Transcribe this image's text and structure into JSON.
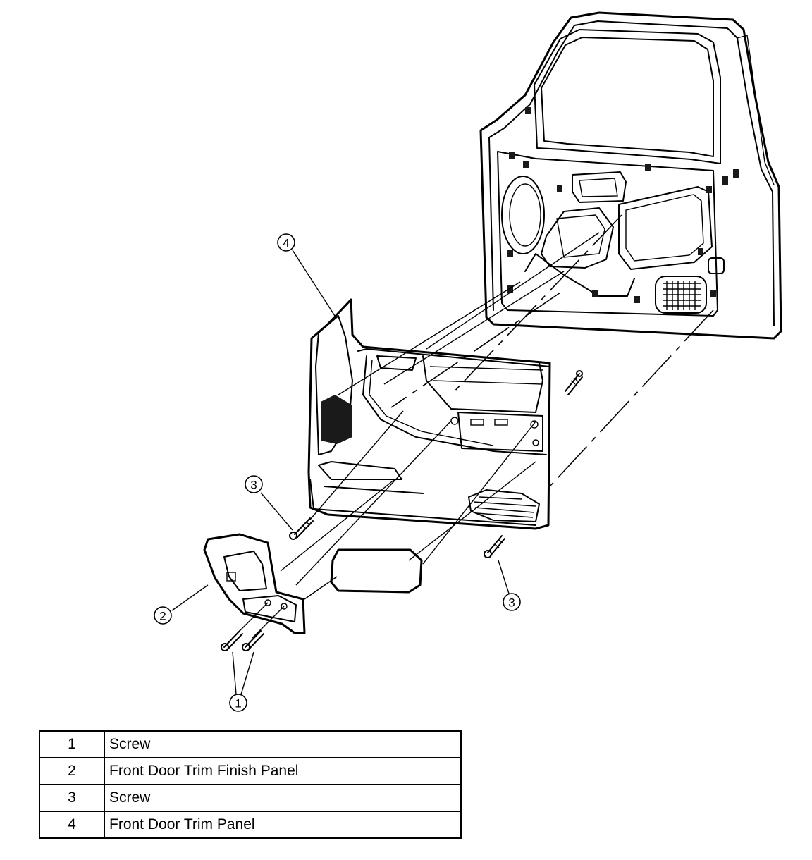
{
  "diagram": {
    "callouts": [
      {
        "id": "c4",
        "label": "4"
      },
      {
        "id": "c3a",
        "label": "3"
      },
      {
        "id": "c3b",
        "label": "3"
      },
      {
        "id": "c2",
        "label": "2"
      },
      {
        "id": "c1",
        "label": "1"
      }
    ]
  },
  "legend": {
    "rows": [
      {
        "number": "1",
        "description": "Screw"
      },
      {
        "number": "2",
        "description": "Front Door Trim Finish Panel"
      },
      {
        "number": "3",
        "description": "Screw"
      },
      {
        "number": "4",
        "description": "Front Door Trim Panel"
      }
    ]
  }
}
